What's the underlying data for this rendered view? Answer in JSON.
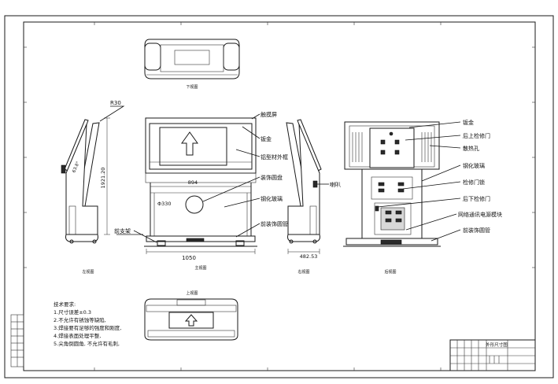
{
  "drawing": {
    "views": {
      "bottom_view": "下视图",
      "main_view": "主视图",
      "left_view": "左视图",
      "right_view": "右视图",
      "rear_view": "后视图",
      "top_view": "上视图"
    },
    "front_callouts": {
      "touch_screen": "触摸屏",
      "sheet_metal": "钣金",
      "aluminum_frame": "铝型材外框",
      "decor_ring": "装饰圆盘",
      "tempered_glass": "钢化玻璃",
      "front_decor_tube": "前装饰圆管",
      "front_bracket": "前支架",
      "speaker": "喇叭"
    },
    "rear_callouts": {
      "sheet_metal": "钣金",
      "rear_upper_door": "后上检修门",
      "heat_holes": "散热孔",
      "tempered_glass": "钢化玻璃",
      "door_lock": "检修门锁",
      "rear_lower_door": "后下检修门",
      "network_power_module": "网络通讯电源模块",
      "front_decor_tube": "前装饰圆管"
    },
    "dimensions": {
      "radius": "R30",
      "angle": "63.8°",
      "height": "1921.20",
      "screen_width": "894",
      "circle_dia": "Φ330",
      "total_width": "1050",
      "depth": "482.53"
    },
    "tech_requirements": {
      "title": "技术要求:",
      "items": [
        "1.尺寸误差±0.3",
        "2.不允许有锈蚀等缺陷,",
        "3.焊接要有足够的强度和刚度,",
        "4.焊接表面处理平整,",
        "5.尖角倒圆角, 不允许有毛刺,"
      ]
    },
    "title_block": {
      "drawing_name": "外形尺寸图"
    }
  }
}
